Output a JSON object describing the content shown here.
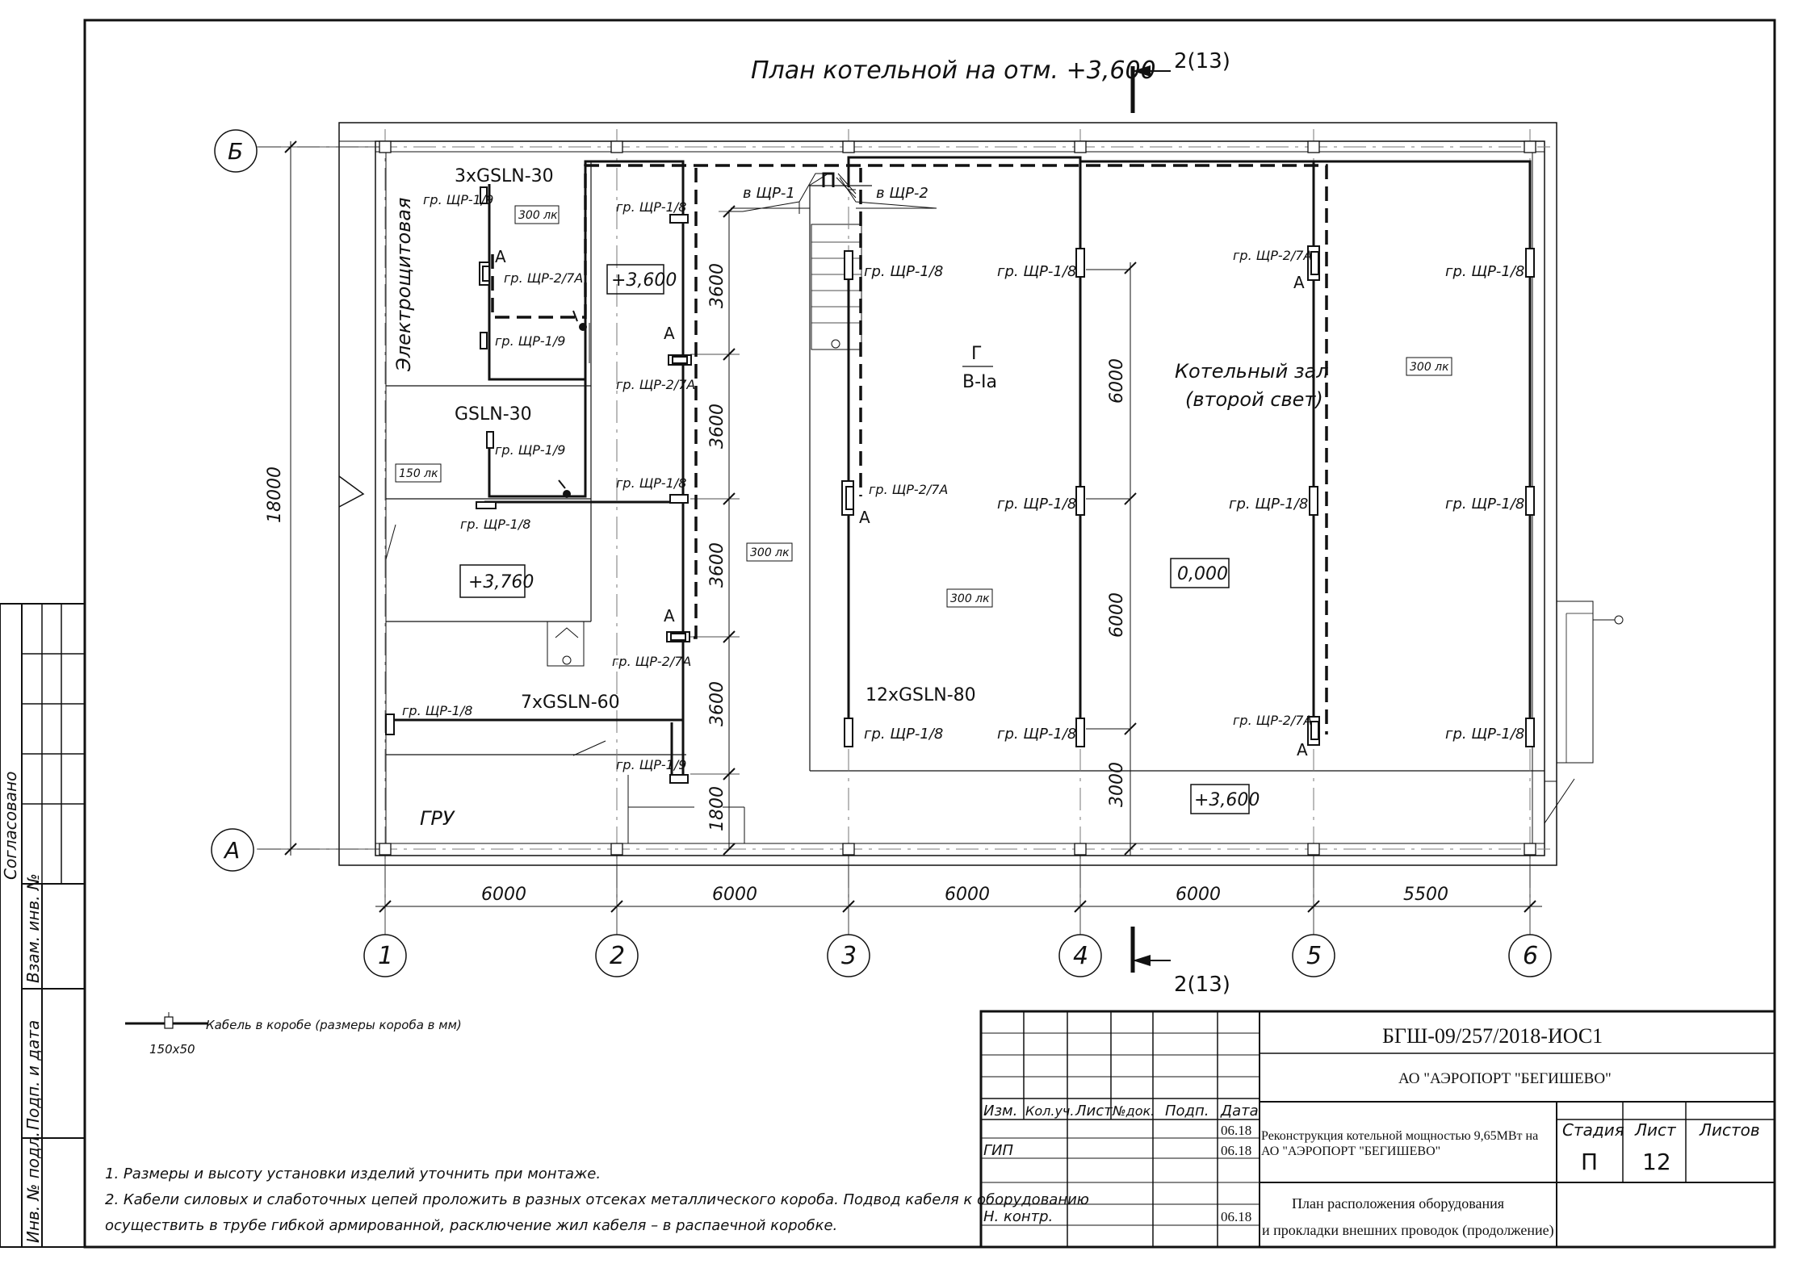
{
  "drawing": {
    "title": "План котельной на отм. +3,600",
    "section_mark": "2(13)",
    "axes_letters": [
      "Б",
      "А"
    ],
    "axes_numbers": [
      "1",
      "2",
      "3",
      "4",
      "5",
      "6"
    ],
    "dimensions": {
      "horizontal": [
        "6000",
        "6000",
        "6000",
        "6000",
        "5500"
      ],
      "total_vertical": "18000",
      "left_chain": [
        "3600",
        "3600",
        "3600",
        "3600",
        "1800"
      ],
      "right_chain": [
        "6000",
        "6000",
        "3000"
      ]
    },
    "rooms": {
      "electro": "Электрощитовая",
      "gru": "ГРУ",
      "hall_line1": "Котельный зал",
      "hall_line2": "(второй свет)",
      "category_top": "Г",
      "category_bottom": "В-Ia"
    },
    "levels": [
      "+3,600",
      "+3,760",
      "0,000",
      "+3,600"
    ],
    "lux": [
      "300 лк",
      "150 лк",
      "300 лк",
      "300 лк",
      "300 лк"
    ],
    "fixtures": [
      "3xGSLN-30",
      "GSLN-30",
      "7xGSLN-60",
      "12xGSLN-80"
    ],
    "feeds": [
      "в ЩР-1",
      "в ЩР-2"
    ],
    "group_labels": {
      "g19": "гр. ЩР-1/9",
      "g18": "гр. ЩР-1/8",
      "g27a": "гр. ЩР-2/7А",
      "a": "А"
    },
    "legend": {
      "text": "Кабель в коробе (размеры короба в мм)",
      "size": "150х50"
    },
    "notes": [
      "1. Размеры и высоту установки изделий уточнить при монтаже.",
      "2. Кабели силовых и слаботочных цепей проложить в разных отсеках металлического короба. Подвод кабеля к оборудованию",
      "осуществить в трубе гибкой армированной, расключение жил кабеля – в распаечной коробке."
    ]
  },
  "side_stamp": {
    "agreed": "Согласовано",
    "inv_zam": "Взам. инв. №",
    "sign_date": "Подп. и дата",
    "inv_orig": "Инв. № подл."
  },
  "title_block": {
    "code": "БГШ-09/257/2018-ИОС1",
    "org": "АО \"АЭРОПОРТ \"БЕГИШЕВО\"",
    "project_line1": "Реконструкция котельной мощностью 9,65МВт на",
    "project_line2": "АО \"АЭРОПОРТ \"БЕГИШЕВО\"",
    "sheet_title1": "План расположения оборудования",
    "sheet_title2": "и прокладки внешних проводок (продолжение)",
    "headers": [
      "Изм.",
      "Кол.уч.",
      "Лист",
      "№док.",
      "Подп.",
      "Дата"
    ],
    "roles": {
      "gip": "ГИП",
      "nkontr": "Н. контр."
    },
    "dates": [
      "06.18",
      "06.18",
      "06.18"
    ],
    "stage_label": "Стадия",
    "sheet_label": "Лист",
    "sheets_label": "Листов",
    "stage": "П",
    "sheet": "12",
    "sheets": ""
  }
}
